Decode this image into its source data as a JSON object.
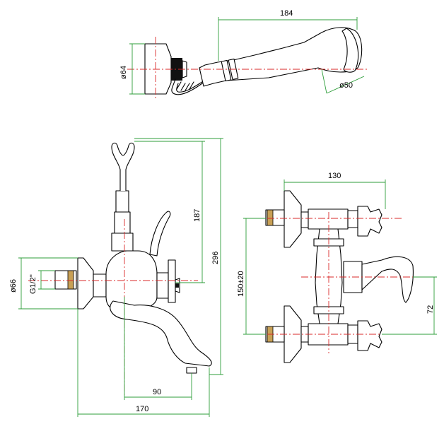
{
  "dimensions": {
    "hand_shower_length": "184",
    "hand_shower_base_diameter": "ø64",
    "hand_shower_head_diameter": "ø50",
    "holder_height": "187",
    "overall_height": "296",
    "flange_diameter": "ø66",
    "thread": "G1/2\"",
    "spout_offset": "90",
    "overall_depth": "170",
    "width_side": "130",
    "center_distance": "150±20",
    "spout_height": "72"
  },
  "colors": {
    "outline": "#000000",
    "dimension_lines": "#2e9e3a",
    "centerlines": "#d92a2a"
  }
}
